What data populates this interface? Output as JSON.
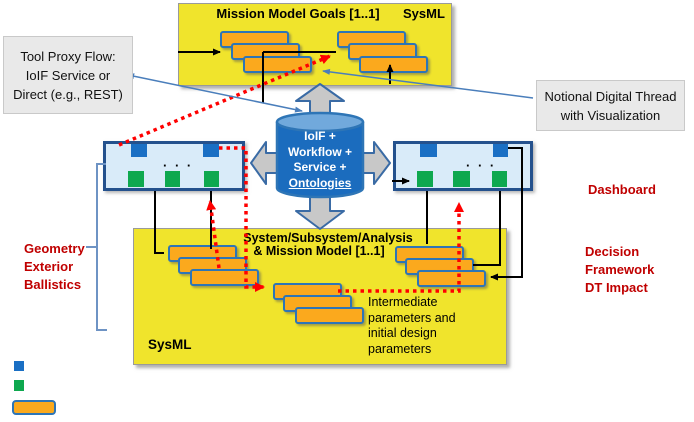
{
  "callouts": {
    "tool_proxy": {
      "lines": [
        "Tool Proxy Flow:",
        "IoIF Service or",
        "Direct (e.g., REST)"
      ]
    },
    "digital_thread": {
      "lines": [
        "Notional Digital Thread",
        "with Visualization"
      ]
    }
  },
  "top_panel": {
    "title": "Mission Model Goals [1..1]",
    "tag": "SysML"
  },
  "hub": {
    "lines": [
      "IoIF +",
      "Workflow +",
      "Service +",
      "Ontologies"
    ]
  },
  "dashboards": {
    "ellipsis": "· · ·",
    "label": "Dashboard"
  },
  "bottom_panel": {
    "title_line1": "System/Subsystem/Analysis",
    "title_line2": "& Mission Model [1..1]",
    "tag": "SysML",
    "note_lines": [
      "Intermediate",
      "parameters and",
      "initial design",
      "parameters"
    ]
  },
  "side_labels": {
    "left_lines": [
      "Geometry",
      "Exterior",
      "Ballistics"
    ],
    "right_lines": [
      "Decision",
      "Framework",
      "DT Impact"
    ]
  },
  "colors": {
    "yellow_panel": "#F0E42C",
    "orange_bar": "#FBA91D",
    "bar_border": "#2E75B6",
    "panel_border": "#9A9A9A",
    "dashboard_fill": "#D9EBF9",
    "dashboard_border": "#24518D",
    "blue_square": "#1A6FC4",
    "green_square": "#0EA84F",
    "cylinder_body": "#1B6CBE",
    "cylinder_top": "#71A9DC",
    "gray_arrow": "#C8C8C8",
    "gray_arrow_border": "#3A6BA5",
    "red_line": "#FF0000",
    "red_text": "#C00000",
    "blue_line": "#4A7EBB",
    "bracket_blue": "#6E93C4",
    "callout_bg": "#E9E9E9"
  }
}
